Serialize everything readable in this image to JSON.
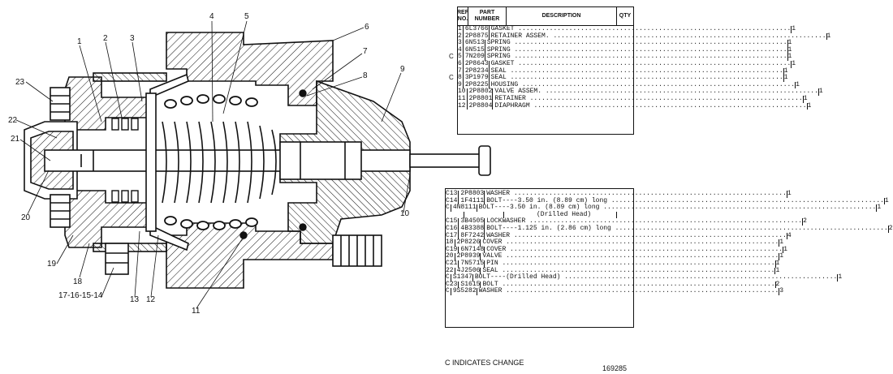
{
  "table_top": {
    "headers": {
      "ref": "REF NO.",
      "part": "PART NUMBER",
      "desc": "DESCRIPTION",
      "qty": "QTY"
    },
    "rows": [
      {
        "flag": "",
        "ref": "1",
        "part": "6L3766",
        "desc": "GASKET",
        "qty": "1"
      },
      {
        "flag": "",
        "ref": "2",
        "part": "2P8875",
        "desc": "RETAINER ASSEM.",
        "qty": "1"
      },
      {
        "flag": "",
        "ref": "3",
        "part": "6N513",
        "desc": "SPRING",
        "qty": "1"
      },
      {
        "flag": "",
        "ref": "4",
        "part": "6N515",
        "desc": "SPRING",
        "qty": "1"
      },
      {
        "flag": "C",
        "ref": "5",
        "part": "7N209",
        "desc": "SPRING",
        "qty": "1"
      },
      {
        "flag": "",
        "ref": "6",
        "part": "2P8643",
        "desc": "GASKET",
        "qty": "1"
      },
      {
        "flag": "",
        "ref": "7",
        "part": "2P8234",
        "desc": "SEAL",
        "qty": "1"
      },
      {
        "flag": "C",
        "ref": "8",
        "part": "3P1979",
        "desc": "SEAL",
        "qty": "1"
      },
      {
        "flag": "",
        "ref": "9",
        "part": "2P8225",
        "desc": "HOUSING",
        "qty": "1"
      },
      {
        "flag": "",
        "ref": "10",
        "part": "2P8802",
        "desc": "VALVE ASSEM.",
        "qty": "1"
      },
      {
        "flag": "",
        "ref": "11",
        "part": "2P8801",
        "desc": "RETAINER",
        "qty": "1"
      },
      {
        "flag": "",
        "ref": "12",
        "part": "2P8804",
        "desc": "DIAPHRAGM",
        "qty": "1"
      }
    ]
  },
  "table_bottom": {
    "rows": [
      {
        "flag": "C",
        "ref": "13",
        "part": "2P8803",
        "desc": "WASHER",
        "qty": "1"
      },
      {
        "flag": "C",
        "ref": "14",
        "part": "1F4111",
        "desc": "BOLT----3.50 in. (8.89 cm) long",
        "qty": "1"
      },
      {
        "flag": "C",
        "ref": "",
        "part": "4N8111",
        "desc": "BOLT----3.50 in. (8.89 cm) long",
        "qty": "1"
      },
      {
        "flag": "",
        "ref": "",
        "part": "",
        "desc": "(Drilled Head)",
        "qty": ""
      },
      {
        "flag": "C",
        "ref": "15",
        "part": "3B4505",
        "desc": "LOCKWASHER",
        "qty": "2"
      },
      {
        "flag": "C",
        "ref": "16",
        "part": "4B3388",
        "desc": "BOLT----1.125 in. (2.86 cm) long",
        "qty": "2"
      },
      {
        "flag": "C",
        "ref": "17",
        "part": "8F7242",
        "desc": "WASHER",
        "qty": "4"
      },
      {
        "flag": "",
        "ref": "18",
        "part": "2P8226",
        "desc": "COVER",
        "qty": "1"
      },
      {
        "flag": "C",
        "ref": "19",
        "part": "6N7148",
        "desc": "COVER",
        "qty": "1"
      },
      {
        "flag": "",
        "ref": "20",
        "part": "2P8939",
        "desc": "VALVE",
        "qty": "1"
      },
      {
        "flag": "C",
        "ref": "21",
        "part": "7N5715",
        "desc": "PIN",
        "qty": "1"
      },
      {
        "flag": "",
        "ref": "22",
        "part": "4J2506",
        "desc": "SEAL",
        "qty": "1"
      },
      {
        "flag": "C",
        "ref": "",
        "part": "S1347",
        "desc": "BOLT----(Drilled Head)",
        "qty": "1"
      },
      {
        "flag": "C",
        "ref": "23",
        "part": "S1615",
        "desc": "BOLT",
        "qty": "2"
      },
      {
        "flag": "C",
        "ref": "",
        "part": "9S5282",
        "desc": "WASHER",
        "qty": "3"
      }
    ]
  },
  "callouts": [
    "1",
    "2",
    "3",
    "4",
    "5",
    "6",
    "7",
    "8",
    "9",
    "10",
    "11",
    "12",
    "13",
    "17-16-15-14",
    "18",
    "19",
    "20",
    "21",
    "22",
    "23"
  ],
  "footer_note": "C INDICATES CHANGE",
  "drawing_number": "169285"
}
